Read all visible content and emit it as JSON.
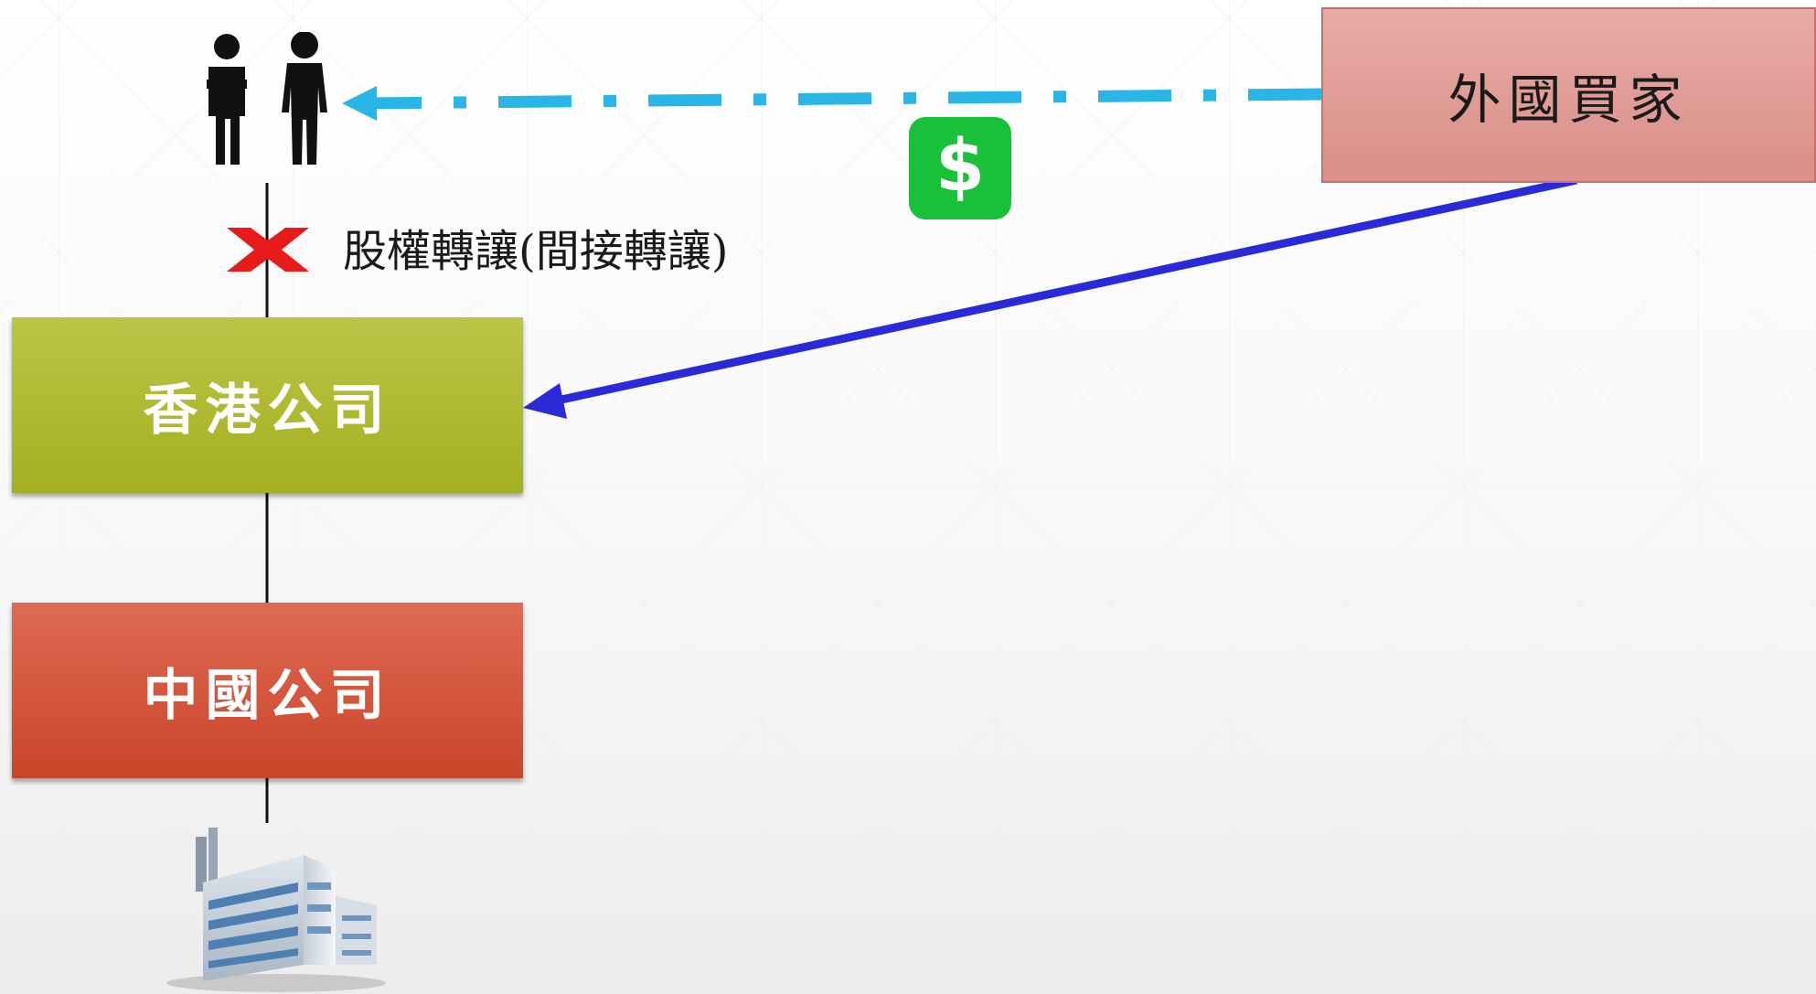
{
  "nodes": {
    "buyer": "外國買家",
    "hk_company": "香港公司",
    "china_company": "中國公司"
  },
  "labels": {
    "share_transfer": "股權轉讓(間接轉讓)"
  },
  "icons": {
    "shareholders": "people-icon",
    "cross": "red-x-icon",
    "money": "dollar-icon",
    "factory": "factory-building-icon"
  },
  "colors": {
    "buyer_box": "#e3a29c",
    "hk_box": "#afba33",
    "china_box": "#d5573d",
    "payment_arrow": "#29b6e6",
    "acquisition_arrow": "#2a2ad8",
    "cross": "#e81b1b",
    "dollar_badge": "#19c13a"
  }
}
